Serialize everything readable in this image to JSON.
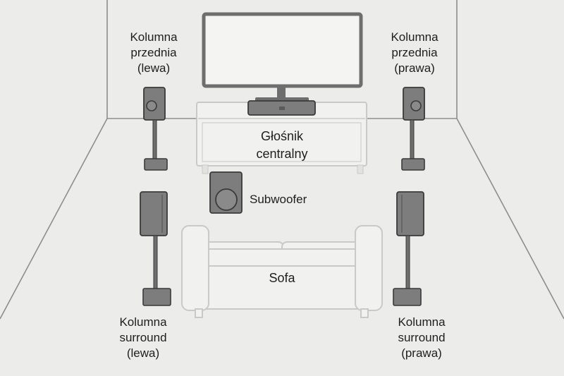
{
  "labels": {
    "front_left": [
      "Kolumna",
      "przednia",
      "(lewa)"
    ],
    "front_right": [
      "Kolumna",
      "przednia",
      "(prawa)"
    ],
    "center": [
      "Głośnik",
      "centralny"
    ],
    "subwoofer": "Subwoofer",
    "sofa": "Sofa",
    "surround_left": [
      "Kolumna",
      "surround",
      "(lewa)"
    ],
    "surround_right": [
      "Kolumna",
      "surround",
      "(prawa)"
    ]
  },
  "colors": {
    "background": "#ececea",
    "wall_line": "#8e8e8c",
    "speaker_fill": "#7d7d7d",
    "speaker_stroke": "#3a3a3a",
    "furniture_fill": "#f1f1ef",
    "furniture_stroke": "#c9c9c6",
    "tv_frame": "#6e6e6e"
  }
}
